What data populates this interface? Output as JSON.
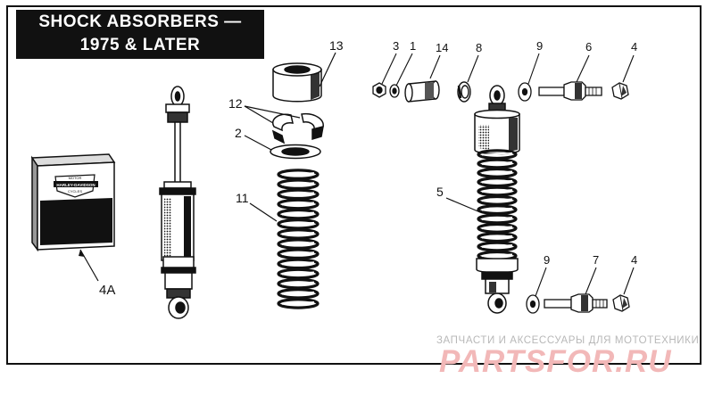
{
  "title": {
    "line1": "SHOCK ABSORBERS —",
    "line2": "1975 & LATER"
  },
  "callouts": {
    "c3": "3",
    "c1": "1",
    "c14": "14",
    "c8": "8",
    "c9a": "9",
    "c6": "6",
    "c4a": "4",
    "c13": "13",
    "c12": "12",
    "c2": "2",
    "c11": "11",
    "c5": "5",
    "c9b": "9",
    "c7": "7",
    "c4b": "4",
    "c4A": "4A"
  },
  "watermark": {
    "line1": "ЗАПЧАСТИ И АКСЕССУАРЫ ДЛЯ МОТОТЕХНИКИ",
    "logo": "PARTSFOR.RU"
  },
  "box_logo": {
    "line1": "MOTOR",
    "line2": "HARLEY-DAVIDSON",
    "line3": "CYCLES"
  },
  "colors": {
    "ink": "#111111",
    "paper": "#ffffff",
    "watermark_red": "#f2b8b8",
    "watermark_gray": "#b8b8b8"
  }
}
